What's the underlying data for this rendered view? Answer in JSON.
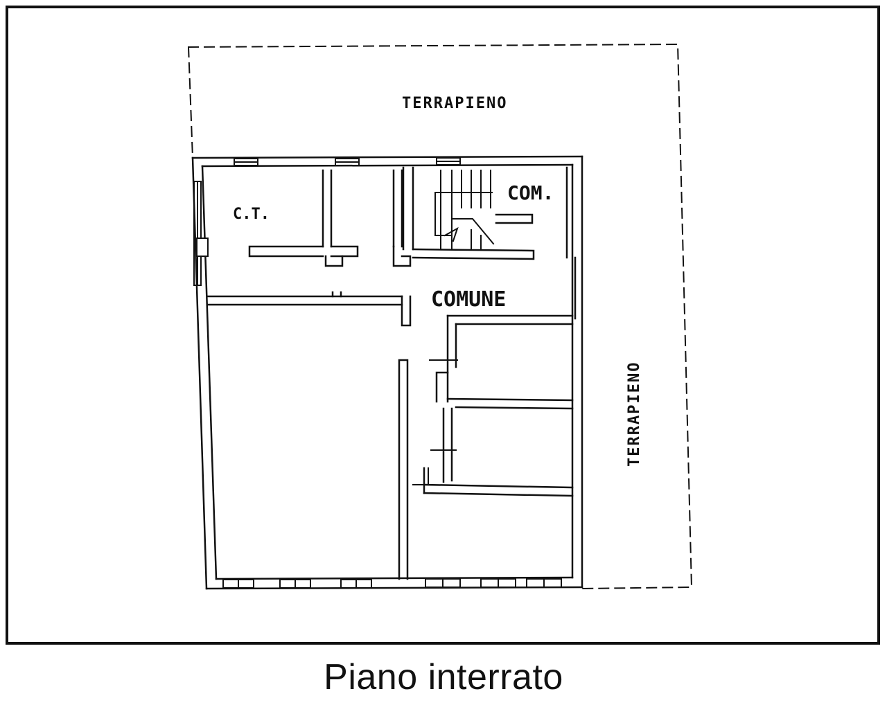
{
  "plan": {
    "labels": {
      "terrapieno_top": "TERRAPIENO",
      "terrapieno_right": "TERRAPIENO",
      "ct": "C.T.",
      "com": "COM.",
      "comune": "COMUNE"
    },
    "colors": {
      "line": "#111111",
      "background": "#ffffff"
    }
  },
  "caption": "Piano interrato"
}
